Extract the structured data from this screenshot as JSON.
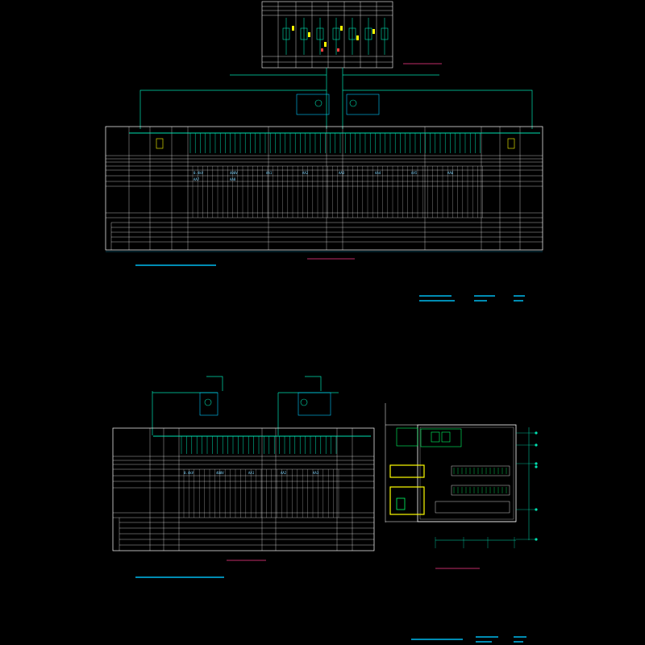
{
  "colors": {
    "background": "#000000",
    "frame": "#ffffff",
    "bus": "#00e0b0",
    "cabinet": "#00c8ff",
    "highlight": "#ffff00",
    "title_underline": "#ff3c8c",
    "equipment_green": "#00ff66"
  },
  "sheet": {
    "upper_table": {
      "cells": [
        "0.4kV",
        "400V",
        "AA1",
        "AA2",
        "AA3",
        "AA4",
        "AA5",
        "AA6",
        "AA7",
        "AA8"
      ]
    },
    "lower_table": {
      "cells": [
        "0.4kV",
        "400V",
        "AA1",
        "AA2",
        "AA3"
      ]
    }
  }
}
